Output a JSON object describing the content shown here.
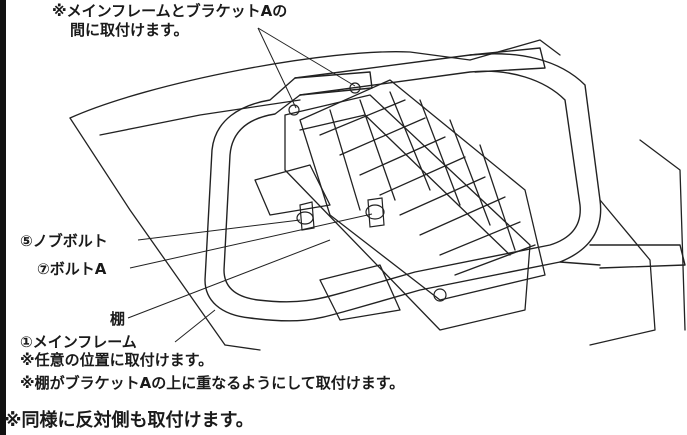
{
  "notes": {
    "top_line1": "※メインフレームとブラケットAの",
    "top_line2": "間に取付けます。",
    "bottom_line1": "※任意の位置に取付けます。",
    "bottom_line2": "※棚がブラケットAの上に重なるようにして取付けます。",
    "final": "※同様に反対側も取付けます。"
  },
  "labels": {
    "knob_bolt": "⑤ノブボルト",
    "bolt_a": "⑦ボルトA",
    "shelf": "棚",
    "main_frame": "①メインフレーム"
  }
}
